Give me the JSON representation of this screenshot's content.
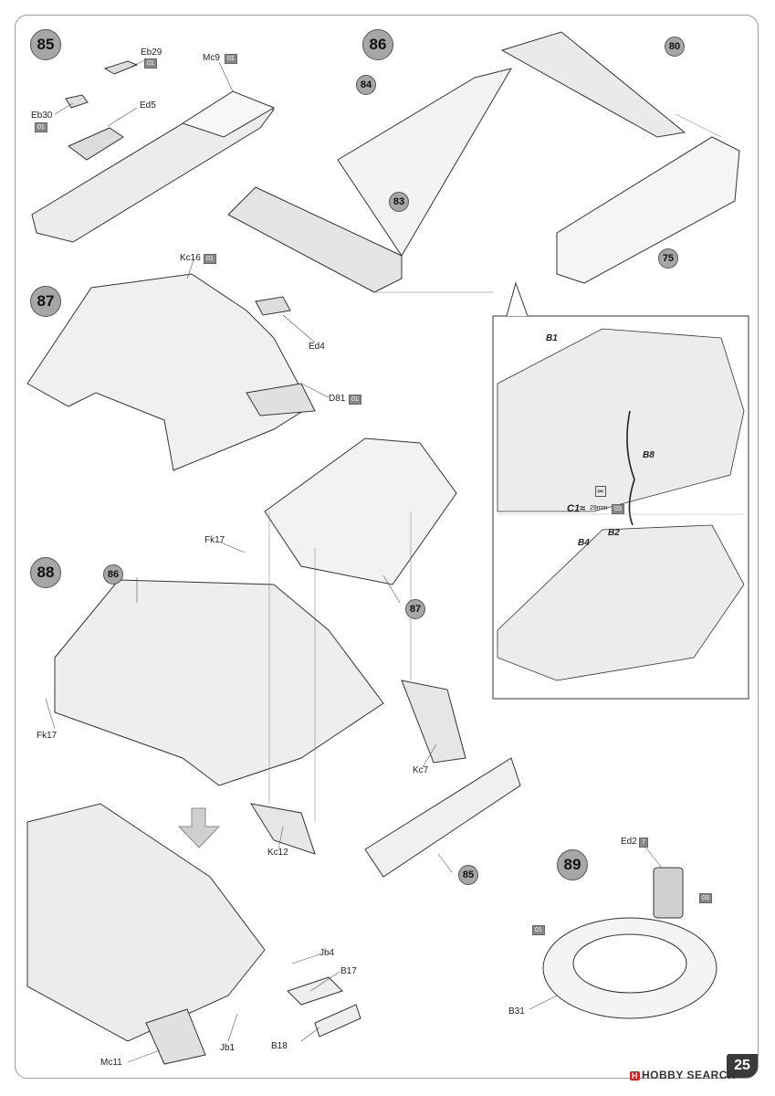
{
  "page_number": "25",
  "watermark": {
    "mark": "H",
    "text": "HOBBY SEARCH"
  },
  "steps": [
    {
      "id": "85",
      "label": "85"
    },
    {
      "id": "86",
      "label": "86"
    },
    {
      "id": "87",
      "label": "87"
    },
    {
      "id": "88",
      "label": "88"
    },
    {
      "id": "89",
      "label": "89"
    }
  ],
  "refs": {
    "r84": "84",
    "r80": "80",
    "r83": "83",
    "r75": "75",
    "r86": "86",
    "r87": "87",
    "r85": "85"
  },
  "parts": {
    "eb29": "Eb29",
    "mc9": "Mc9",
    "ed5": "Ed5",
    "eb30": "Eb30",
    "kc16": "Kc16",
    "ed4": "Ed4",
    "d81": "D81",
    "fk17a": "Fk17",
    "fk17b": "Fk17",
    "kc7": "Kc7",
    "kc12": "Kc12",
    "jb4": "Jb4",
    "b17": "B17",
    "b18": "B18",
    "jb1": "Jb1",
    "mc11": "Mc11",
    "ed2": "Ed2",
    "b31": "B31",
    "b1": "B1",
    "b8": "B8",
    "b2": "B2",
    "b4": "B4"
  },
  "tags": {
    "t01": "01",
    "t03": "03",
    "t7": "7"
  },
  "wire_note": {
    "label": "C1≈",
    "length": "29mm"
  }
}
